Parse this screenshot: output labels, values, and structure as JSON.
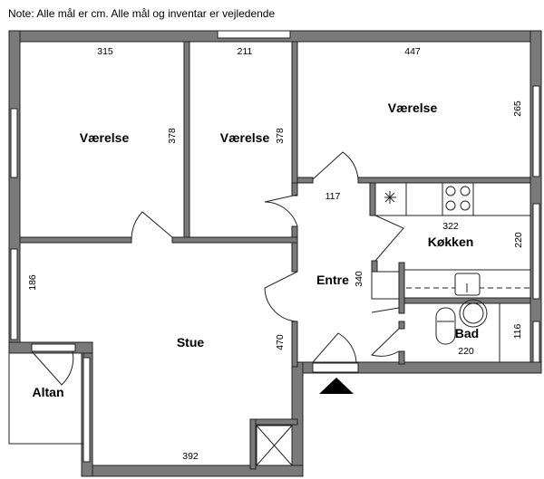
{
  "note": "Note: Alle mål er cm. Alle mål og inventar er vejledende",
  "rooms": {
    "room1": {
      "name": "Værelse",
      "width": "315",
      "depth": "378"
    },
    "room2": {
      "name": "Værelse",
      "width": "211",
      "depth": "378"
    },
    "room3": {
      "name": "Værelse",
      "width": "447",
      "depth": "265"
    },
    "kitchen": {
      "name": "Køkken",
      "width": "322",
      "depth": "220"
    },
    "entry": {
      "name": "Entre",
      "width": "117",
      "depth": "340"
    },
    "living": {
      "name": "Stue",
      "width": "392",
      "depth": "470",
      "extra": "186"
    },
    "bath": {
      "name": "Bad",
      "width": "220",
      "depth": "116"
    },
    "balcony": {
      "name": "Altan"
    }
  },
  "colors": {
    "wall": "#7a7a7a",
    "line": "#222222"
  },
  "icons": [
    "entrance-arrow-icon",
    "stove-icon",
    "sink-icon",
    "toilet-icon",
    "washbasin-icon",
    "shaft-icon"
  ]
}
